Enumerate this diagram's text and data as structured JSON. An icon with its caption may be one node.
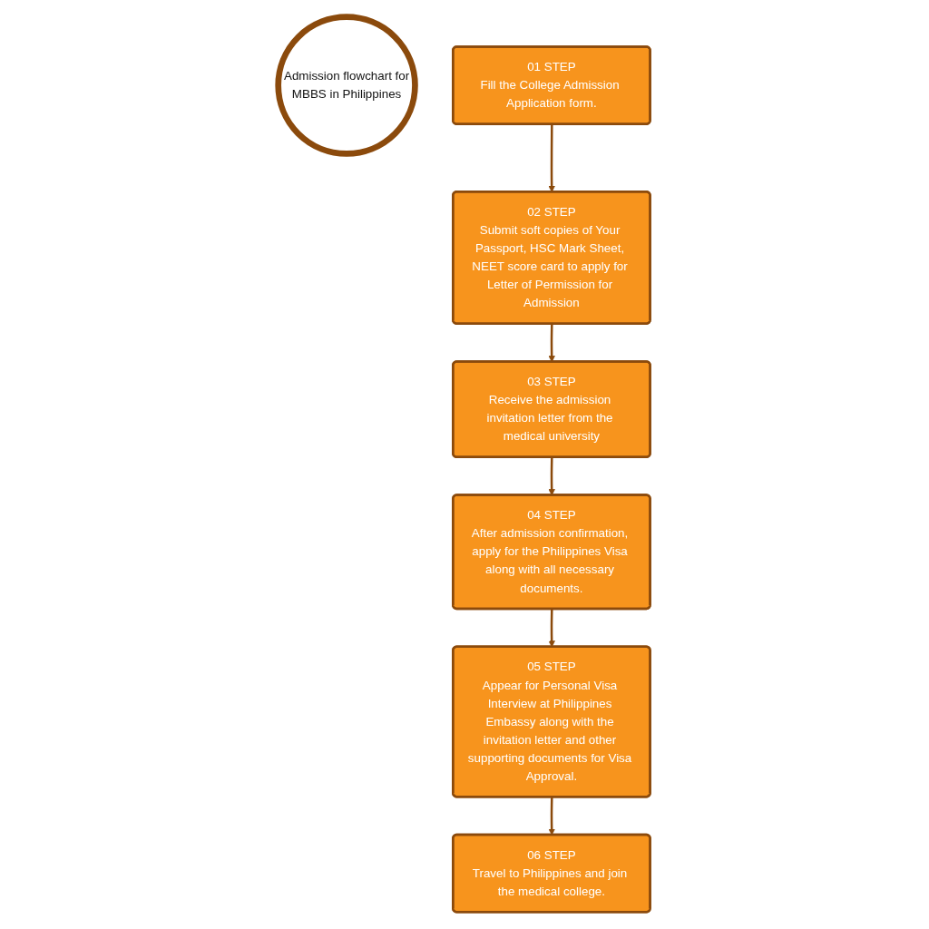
{
  "diagram": {
    "nodes": [
      {
        "text": [
          "Admission flowchart for",
          "MBBS in Philippines"
        ]
      },
      {
        "text": [
          "01 STEP",
          "Fill the College Admission Application form."
        ]
      },
      {
        "text": [
          "02 STEP",
          "Submit soft copies of Your Passport, HSC Mark Sheet, NEET score card to apply for Letter of Permission for Admission"
        ]
      },
      {
        "text": [
          "03 STEP",
          "Receive the admission invitation letter from the medical university"
        ]
      },
      {
        "text": [
          "04 STEP",
          "After admission confirmation, apply for the Philippines Visa along with all necessary documents."
        ]
      },
      {
        "text": [
          "05 STEP",
          "Appear for Personal Visa Interview at Philippines Embassy along with the invitation letter and other supporting documents for Visa Approval."
        ]
      },
      {
        "text": [
          "06 STEP",
          "Travel to Philippines and join the medical college."
        ]
      }
    ],
    "edges": [
      {
        "from": 1,
        "to": 2,
        "arrow": "to"
      },
      {
        "from": 2,
        "to": 3,
        "arrow": "to"
      },
      {
        "from": 3,
        "to": 4,
        "arrow": "to"
      },
      {
        "from": 4,
        "to": 5,
        "arrow": "to"
      },
      {
        "from": 5,
        "to": 6,
        "arrow": "to"
      }
    ]
  }
}
